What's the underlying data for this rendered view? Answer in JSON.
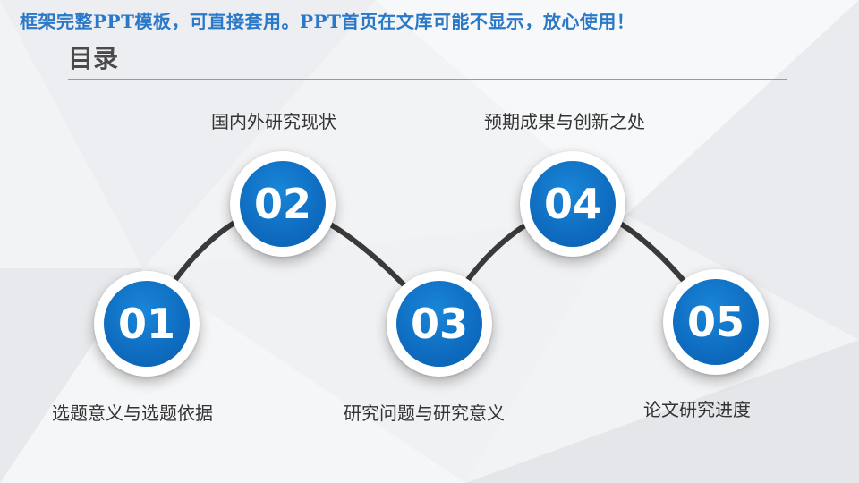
{
  "banner": "框架完整PPT模板，可直接套用。PPT首页在文库可能不显示，放心使用！",
  "title": "目录",
  "items": [
    {
      "number": "01",
      "label": "选题意义与选题依据"
    },
    {
      "number": "02",
      "label": "国内外研究现状"
    },
    {
      "number": "03",
      "label": "研究问题与研究意义"
    },
    {
      "number": "04",
      "label": "预期成果与创新之处"
    },
    {
      "number": "05",
      "label": "论文研究进度"
    }
  ],
  "colors": {
    "accent": "#0e6cc0",
    "banner": "#2a78c8",
    "connector": "#3a3a3a"
  }
}
